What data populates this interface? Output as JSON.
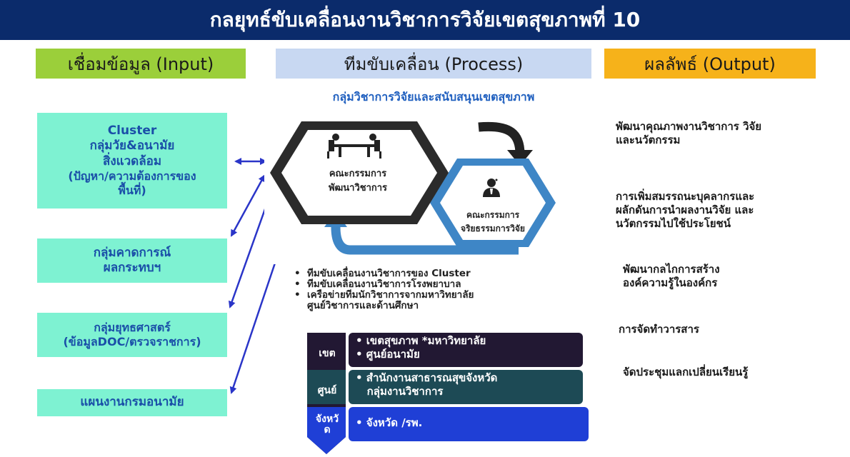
{
  "title": "กลยุทธ์ขับเคลื่อนงานวิชาการวิจัยเขตสุขภาพที่ 10",
  "columns": {
    "input": "เชื่อมข้อมูล (Input)",
    "process": "ทีมขับเคลื่อน (Process)",
    "output": "ผลลัพธ์ (Output)"
  },
  "process_subtitle": "กลุ่มวิชาการวิจัยและสนับสนุนเขตสุขภาพ",
  "input_boxes": {
    "cluster": {
      "line1": "Cluster",
      "line2": "กลุ่มวัย&อนามัย",
      "line3": "สิ่งแวดล้อม",
      "line4": "(ปัญหา/ความต้องการของ",
      "line5": "พื้นที่)"
    },
    "forecast": {
      "line1": "กลุ่มคาดการณ์",
      "line2": "ผลกระทบฯ"
    },
    "strategy": {
      "line1": "กลุ่มยุทธศาสตร์",
      "line2": "(ข้อมูลDOC/ตรวจราชการ)"
    },
    "plan": {
      "line1": "แผนงานกรมอนามัย"
    }
  },
  "committees": {
    "academic": {
      "line1": "คณะกรรมการ",
      "line2": "พัฒนาวิชาการ"
    },
    "ethics": {
      "line1": "คณะกรรมการ",
      "line2": "จริยธรรมการวิจัย"
    }
  },
  "process_bullets": {
    "b1": "ทีมขับเคลื่อนงานวิชาการของ  Cluster",
    "b2": "ทีมขับเคลื่อนงานวิชาการโรงพยาบาล",
    "b3": "เครือข่ายทีมนักวิชาการจากมหาวิทยาลัย",
    "b3b": "ศูนย์วิชาการและด้านศึกษา"
  },
  "levels": {
    "region": {
      "label": "เขต",
      "item1": "• เขตสุขภาพ  *มหาวิทยาลัย",
      "item2": "• ศูนย์อนามัย"
    },
    "center": {
      "label": "ศูนย์",
      "item1": "• สำนักงานสาธารณสุขจังหวัด",
      "item2": "   กลุ่มงานวิชาการ"
    },
    "province": {
      "label1": "จังหวั",
      "label2": "ด",
      "item1": "• จังหวัด /รพ."
    }
  },
  "outputs": {
    "o1": {
      "line1": "พัฒนาคุณภาพงานวิชาการ วิจัย",
      "line2": "และนวัตกรรม"
    },
    "o2": {
      "line1": "การเพิ่มสมรรถนะบุคลากรและ",
      "line2": "ผลักดันการนำผลงานวิจัย และ",
      "line3": "นวัตกรรมไปใช้ประโยชน์"
    },
    "o3": {
      "line1": "พัฒนากลไกการสร้าง",
      "line2": "องค์ความรู้ในองค์กร"
    },
    "o4": {
      "line1": "การจัดทำวารสาร"
    },
    "o5": {
      "line1": "จัดประชุมแลกเปลี่ยนเรียนรู้"
    }
  },
  "colors": {
    "title_bg": "#0b2b6b",
    "input_head": "#9bcf3a",
    "process_head": "#c8d8f2",
    "output_head": "#f6b21a",
    "input_box": "#7ef2d2",
    "hex_dark": "#2b2b2b",
    "hex_blue": "#3e86c6",
    "level_dark": "#221833",
    "level_teal": "#1d4a55",
    "level_blue": "#1f3fd6"
  }
}
